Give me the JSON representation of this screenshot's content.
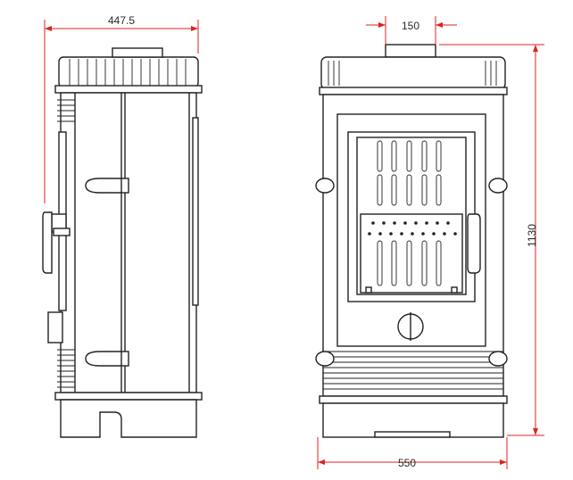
{
  "dimensions": {
    "side_depth": "447.5",
    "flue_diameter": "150",
    "front_width": "550",
    "total_height": "1130"
  },
  "colors": {
    "outline": "#222222",
    "dimension": "#dd2222",
    "background": "#ffffff"
  }
}
